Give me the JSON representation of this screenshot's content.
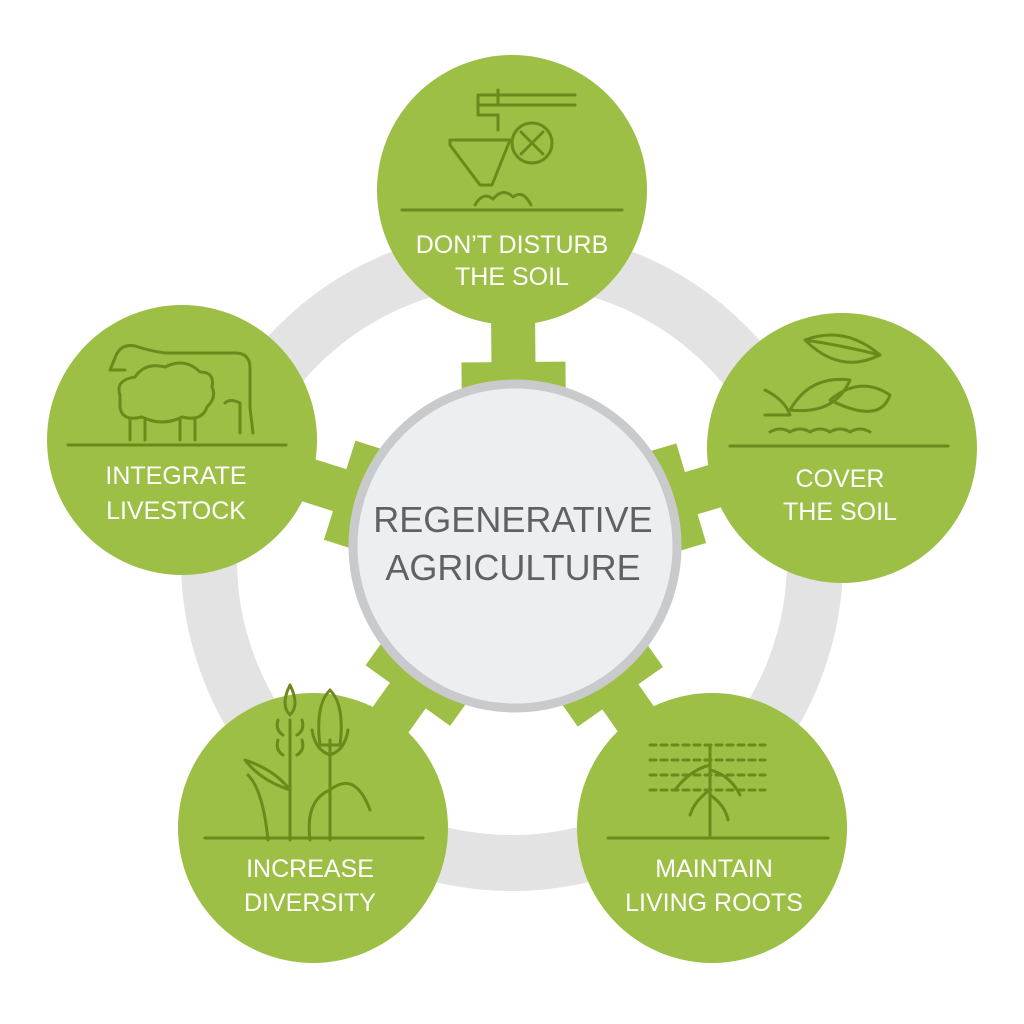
{
  "title": {
    "line1": "REGENERATIVE",
    "line2": "AGRICULTURE"
  },
  "colors": {
    "green": "#9dbf45",
    "icon": "#6a8a1c",
    "ring": "#e3e3e4",
    "ring_shadow": "#cdced0",
    "center_fill": "#eceff1",
    "center_border": "#c9cacc",
    "center_text": "#5d6266"
  },
  "principles": [
    {
      "line1": "DON’T DISTURB",
      "line2": "THE SOIL",
      "icon": "plow-crossed-icon"
    },
    {
      "line1": "COVER",
      "line2": "THE SOIL",
      "icon": "leaves-on-soil-icon"
    },
    {
      "line1": "MAINTAIN",
      "line2": "LIVING ROOTS",
      "icon": "roots-icon"
    },
    {
      "line1": "INCREASE",
      "line2": "DIVERSITY",
      "icon": "crops-icon"
    },
    {
      "line1": "INTEGRATE",
      "line2": "LIVESTOCK",
      "icon": "cow-sheep-icon"
    }
  ]
}
